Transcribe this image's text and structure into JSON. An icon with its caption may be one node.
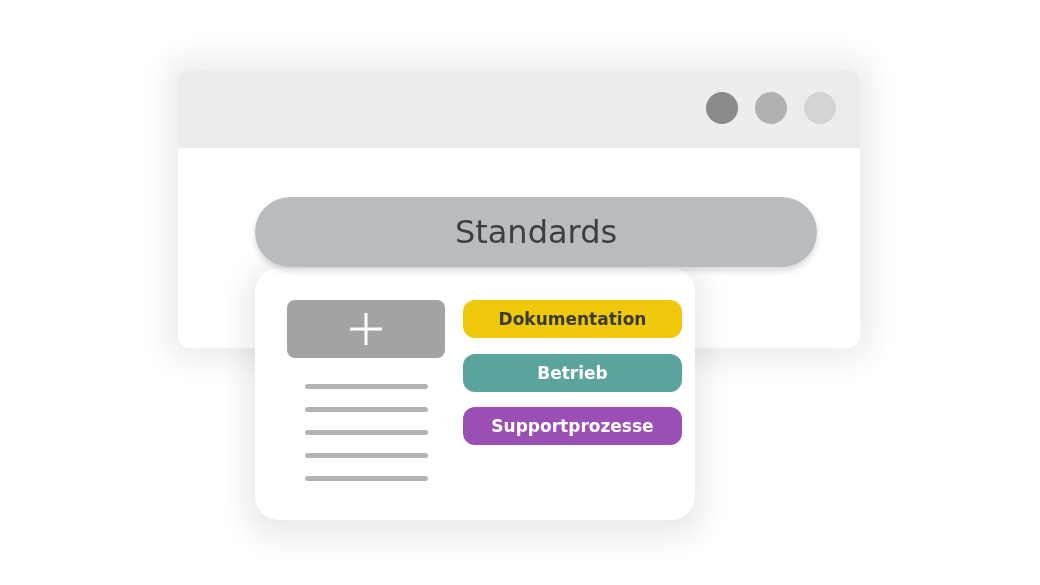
{
  "diagram": {
    "nodes": [
      {
        "text": [],
        "shape": "box"
      },
      {
        "text": [
          "Standards"
        ],
        "in": 0
      },
      {
        "text": [],
        "shape": "box"
      },
      {
        "text": [],
        "shape": "box",
        "in": 2
      },
      {
        "text": [
          "Dokumentation"
        ]
      },
      {
        "text": [
          "Betrieb"
        ],
        "in": 2
      },
      {
        "text": [
          "Supportprozesse"
        ],
        "in": 2
      }
    ]
  }
}
